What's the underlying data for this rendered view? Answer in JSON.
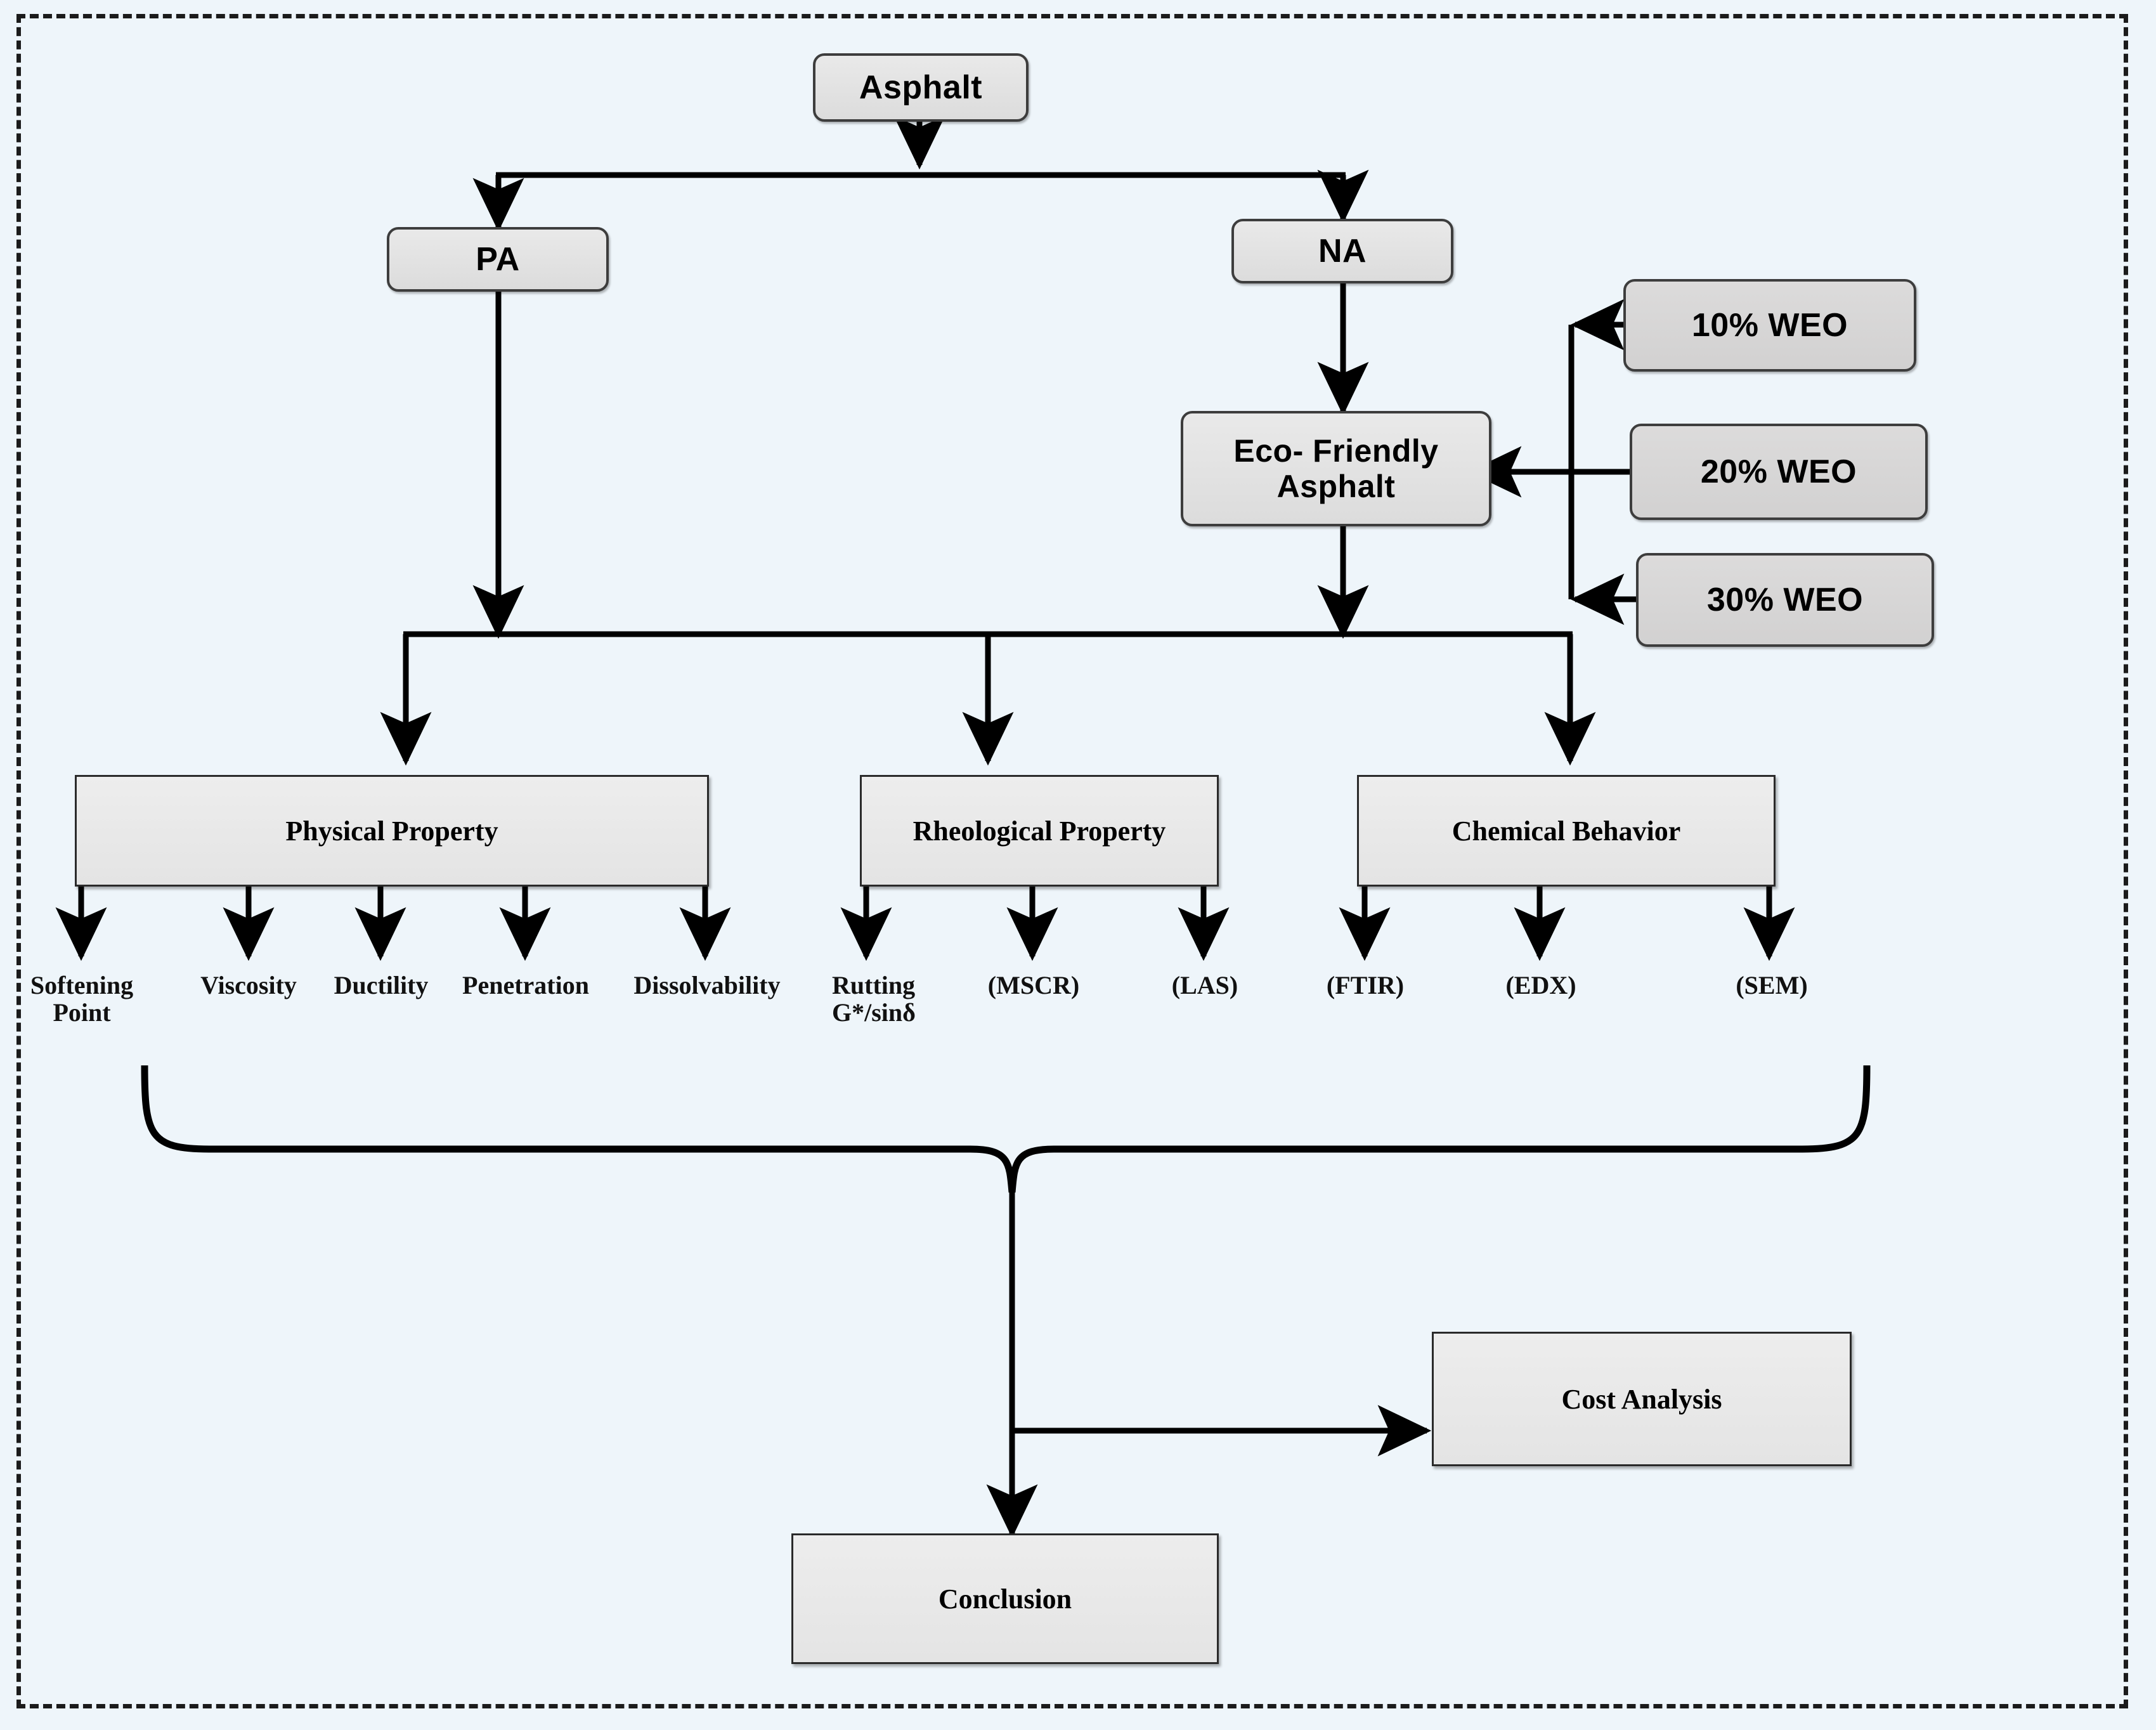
{
  "diagram": {
    "title": "Asphalt research methodology flowchart",
    "colors": {
      "canvas_background": "#eef5fa",
      "frame_border": "#1b1b1b",
      "rounded_box_fill": "#e3e3e3",
      "weo_box_fill": "#d6d5d5",
      "square_box_fill": "#e9e9e9",
      "edge_stroke": "#000000"
    },
    "nodes": {
      "asphalt": {
        "label": "Asphalt"
      },
      "pa": {
        "label": "PA"
      },
      "na": {
        "label": "NA"
      },
      "eco": {
        "label": "Eco- Friendly\nAsphalt"
      },
      "weo_10": {
        "label": "10% WEO"
      },
      "weo_20": {
        "label": "20% WEO"
      },
      "weo_30": {
        "label": "30% WEO"
      },
      "physical": {
        "label": "Physical Property"
      },
      "rheological": {
        "label": "Rheological Property"
      },
      "chemical": {
        "label": "Chemical Behavior"
      },
      "cost": {
        "label": "Cost Analysis"
      },
      "conclusion": {
        "label": "Conclusion"
      }
    },
    "leaves": {
      "physical": [
        {
          "label": "Softening\nPoint"
        },
        {
          "label": "Viscosity"
        },
        {
          "label": "Ductility"
        },
        {
          "label": "Penetration"
        },
        {
          "label": "Dissolvability"
        }
      ],
      "rheological": [
        {
          "label": "Rutting\nG*/sinδ"
        },
        {
          "label": "(MSCR)"
        },
        {
          "label": "(LAS)"
        }
      ],
      "chemical": [
        {
          "label": "(FTIR)"
        },
        {
          "label": "(EDX)"
        },
        {
          "label": "(SEM)"
        }
      ]
    }
  }
}
